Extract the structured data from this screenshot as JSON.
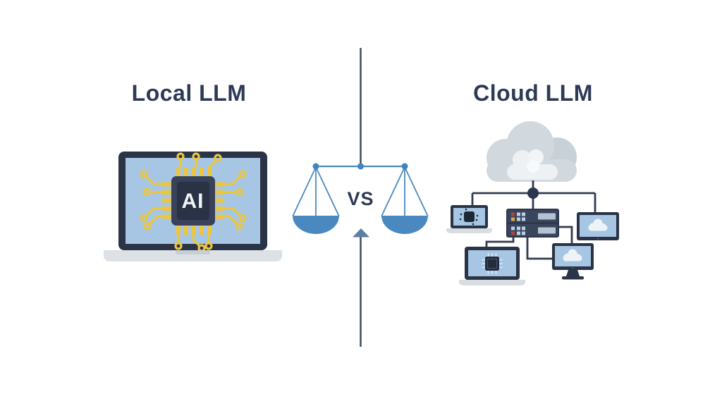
{
  "page": {
    "background_color": "#ffffff"
  },
  "left_panel": {
    "title": "Local LLM",
    "chip_label": "AI",
    "illustration": "laptop-with-ai-chip-icon"
  },
  "divider": {
    "vs_label": "VS",
    "illustration": "balance-scale-icon"
  },
  "right_panel": {
    "title": "Cloud LLM",
    "illustration": "cloud-server-network-icon"
  },
  "colors": {
    "title_text": "#2e3a55",
    "divider_line": "#3f4b61",
    "arrow_head": "#5d7ea4",
    "scale_blue": "#4a89c0",
    "scale_dot_blue": "#4183ba",
    "screen_blue": "#a6c6e4",
    "device_frame_dark": "#2b3346",
    "circuit_yellow": "#ecc63f",
    "chip_dark": "#2f3950",
    "cloud_gray": "#d2d9de",
    "cloud_gray_dark": "#c8d1d7",
    "cloud_inner_white": "#eef1f4",
    "network_line": "#323b50",
    "server_body": "#39455c",
    "indicator_red": "#b5413c",
    "indicator_yellow": "#dcae3e",
    "indicator_light_blue": "#bcd0e2",
    "server_panel": "#b3c3d3",
    "laptop_base_gray": "#dce1e6"
  }
}
